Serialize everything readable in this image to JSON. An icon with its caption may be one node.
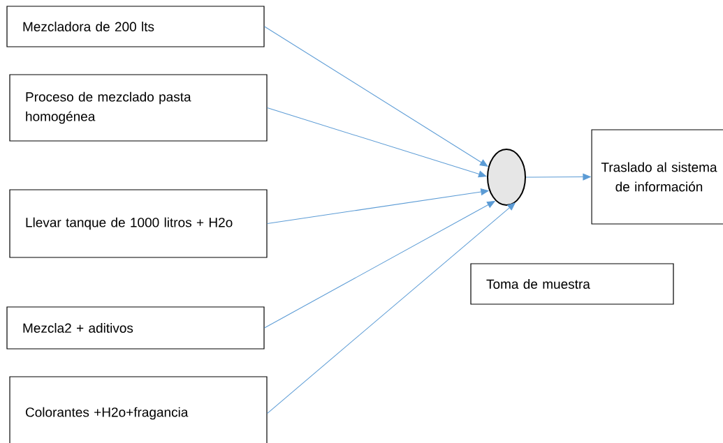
{
  "diagram": {
    "nodes": [
      {
        "text": [
          "Mezcladora de 200 lts"
        ]
      },
      {
        "text": [
          "Proceso de mezclado pasta homogénea"
        ]
      },
      {
        "text": [
          "Llevar tanque de 1000 litros + H2o"
        ]
      },
      {
        "text": [
          "Mezcla2 + aditivos"
        ]
      },
      {
        "text": [
          "Colorantes +H2o+fragancia"
        ]
      },
      {
        "text": [],
        "shape": "circle"
      },
      {
        "text": [
          "Traslado al sistema de información"
        ]
      },
      {
        "text": [
          "Toma de muestra"
        ]
      }
    ],
    "edges": [
      {
        "from": 0,
        "to": 5,
        "arrow": "to"
      },
      {
        "from": 1,
        "to": 5,
        "arrow": "to"
      },
      {
        "from": 2,
        "to": 5,
        "arrow": "to"
      },
      {
        "from": 3,
        "to": 5,
        "arrow": "to"
      },
      {
        "from": 4,
        "to": 5,
        "arrow": "to"
      },
      {
        "from": 5,
        "to": 6,
        "arrow": "to"
      }
    ]
  }
}
